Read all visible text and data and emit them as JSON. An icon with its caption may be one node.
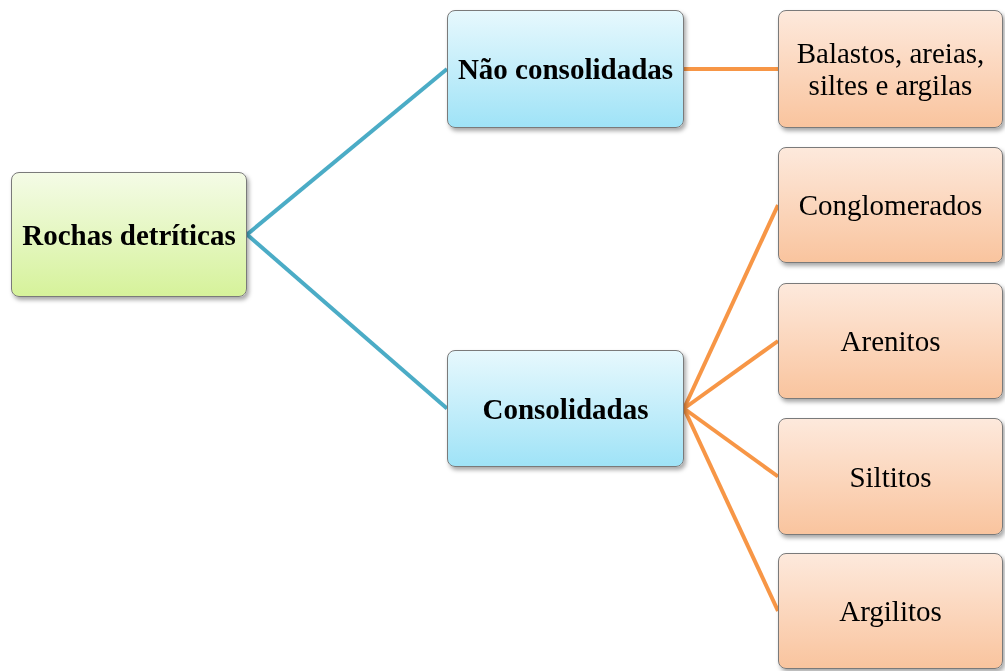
{
  "diagram": {
    "nodes": [
      {
        "text": [
          "Rochas detríticas"
        ]
      },
      {
        "text": [
          "Não consolidadas"
        ]
      },
      {
        "text": [
          "Consolidadas"
        ]
      },
      {
        "text": [
          "Balastos, areias, siltes e argilas"
        ]
      },
      {
        "text": [
          "Conglomerados"
        ]
      },
      {
        "text": [
          "Arenitos"
        ]
      },
      {
        "text": [
          "Siltitos"
        ]
      },
      {
        "text": [
          "Argilitos"
        ]
      }
    ],
    "edges": [
      {
        "from": 0,
        "to": 1,
        "arrow": "none",
        "color": "#4bacc6"
      },
      {
        "from": 0,
        "to": 2,
        "arrow": "none",
        "color": "#4bacc6"
      },
      {
        "from": 1,
        "to": 3,
        "arrow": "none"
      },
      {
        "from": 2,
        "to": 4,
        "arrow": "none"
      },
      {
        "from": 2,
        "to": 5,
        "arrow": "none"
      },
      {
        "from": 2,
        "to": 6,
        "arrow": "none"
      },
      {
        "from": 2,
        "to": 7,
        "arrow": "none"
      }
    ]
  }
}
